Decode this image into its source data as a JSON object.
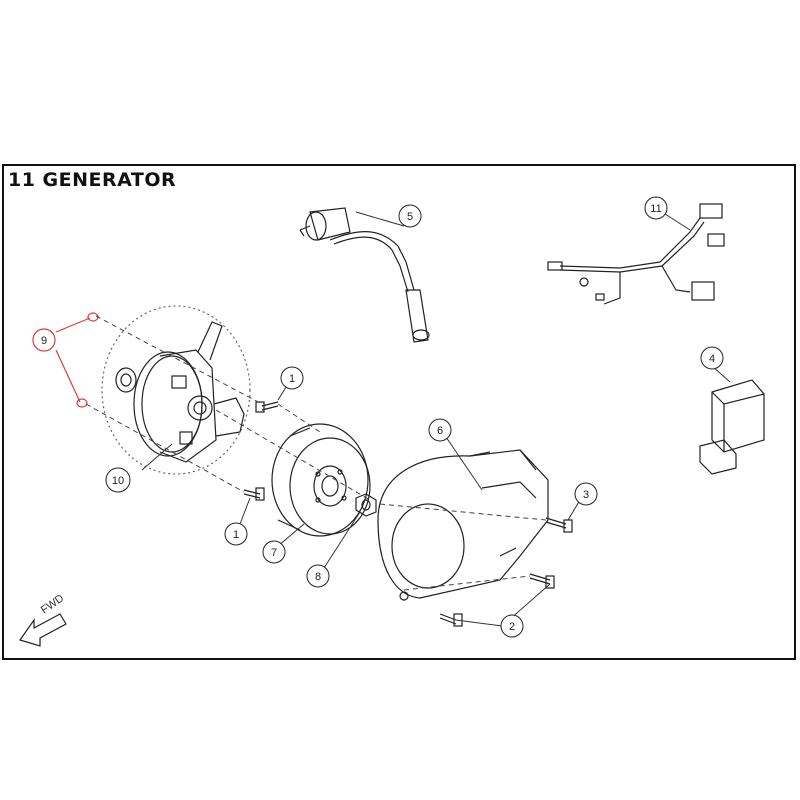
{
  "title": "11 GENERATOR",
  "fwd_label": "FWD",
  "colors": {
    "highlight": "#e03c3c",
    "line": "#222222"
  },
  "callouts": {
    "c1a": "1",
    "c1b": "1",
    "c2": "2",
    "c3": "3",
    "c4": "4",
    "c5": "5",
    "c6": "6",
    "c7": "7",
    "c8": "8",
    "c9": "9",
    "c10": "10",
    "c11": "11"
  }
}
